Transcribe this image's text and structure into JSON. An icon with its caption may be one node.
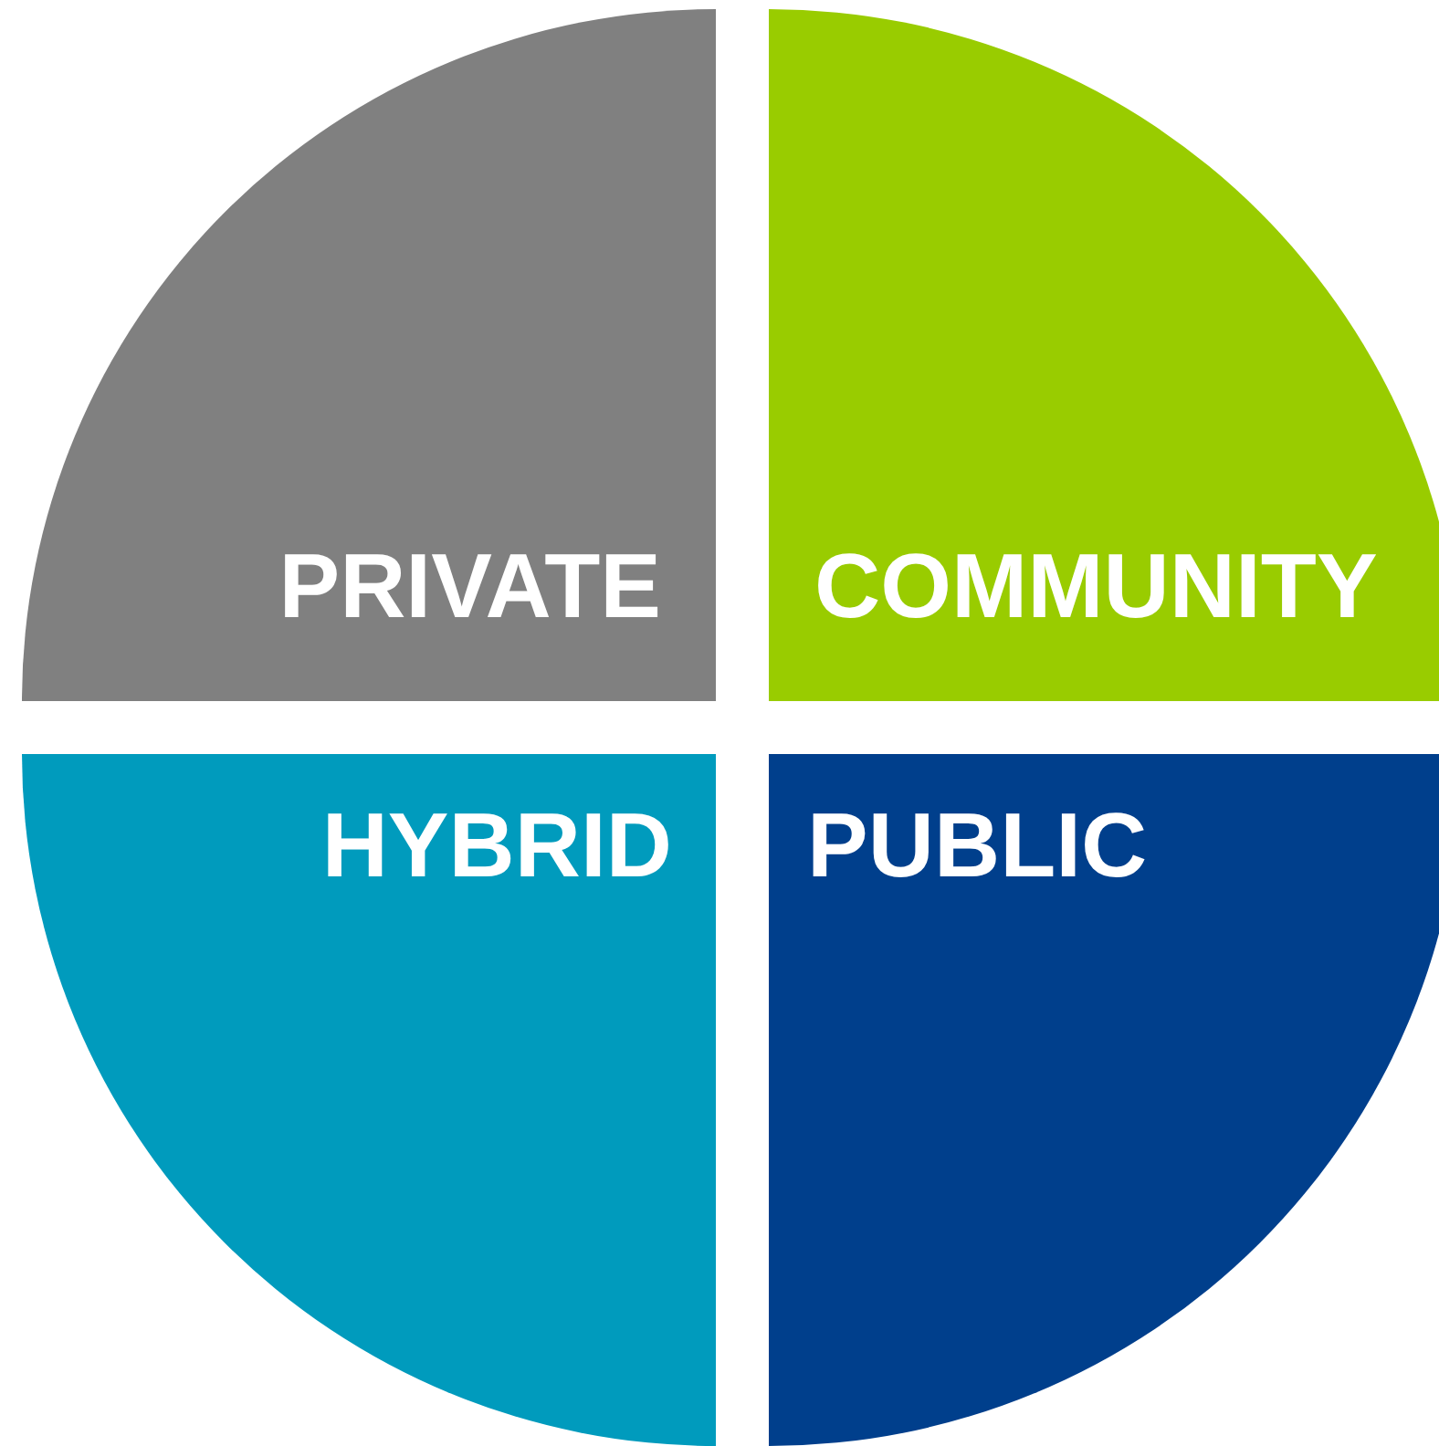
{
  "diagram": {
    "nodes": [
      {
        "text": [
          "PRIVATE"
        ]
      },
      {
        "text": [
          "COMMUNITY"
        ]
      },
      {
        "text": [
          "HYBRID"
        ]
      },
      {
        "text": [
          "PUBLIC"
        ]
      }
    ]
  }
}
